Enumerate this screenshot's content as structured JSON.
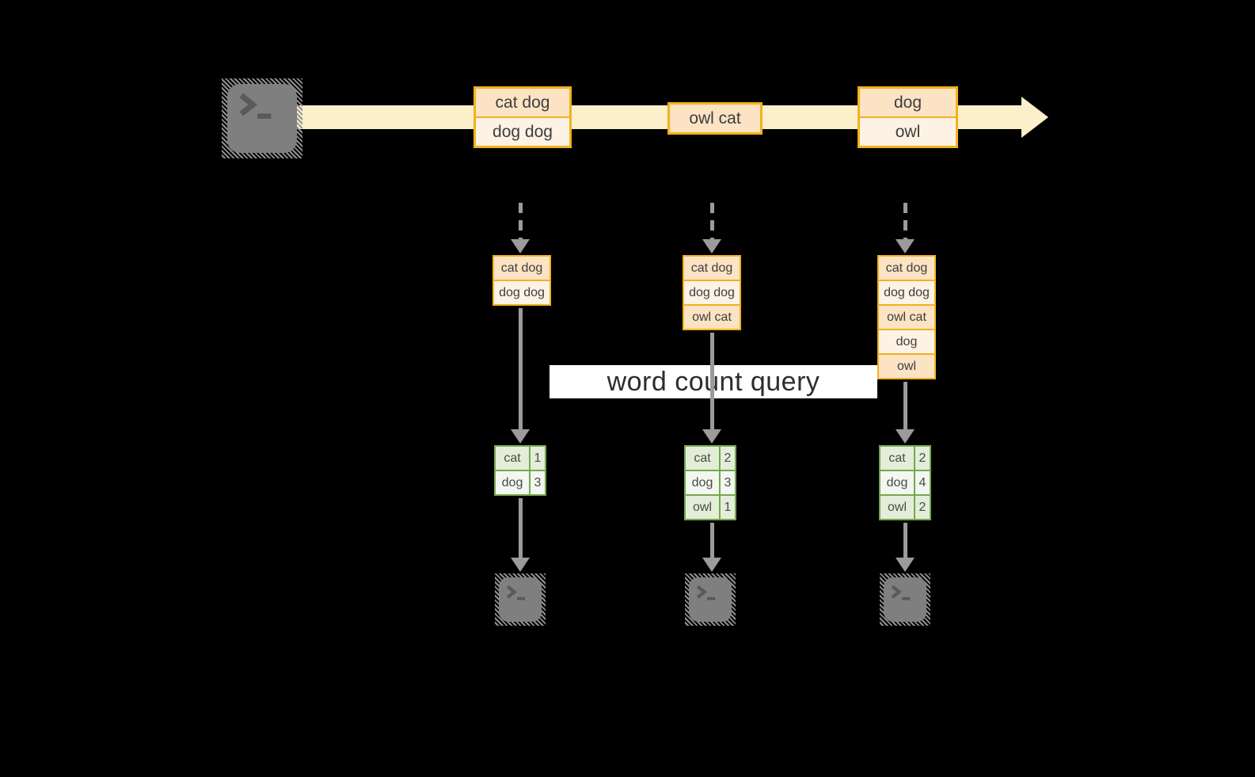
{
  "banner": {
    "label": "word count query"
  },
  "stream": {
    "batches": [
      {
        "rows": [
          "cat dog",
          "dog dog"
        ]
      },
      {
        "rows": [
          "owl cat"
        ]
      },
      {
        "rows": [
          "dog",
          "owl"
        ]
      }
    ]
  },
  "states": [
    {
      "rows": [
        "cat dog",
        "dog dog"
      ]
    },
    {
      "rows": [
        "cat dog",
        "dog dog",
        "owl cat"
      ]
    },
    {
      "rows": [
        "cat dog",
        "dog dog",
        "owl cat",
        "dog",
        "owl"
      ]
    }
  ],
  "results": [
    {
      "rows": [
        [
          "cat",
          "1"
        ],
        [
          "dog",
          "3"
        ]
      ]
    },
    {
      "rows": [
        [
          "cat",
          "2"
        ],
        [
          "dog",
          "3"
        ],
        [
          "owl",
          "1"
        ]
      ]
    },
    {
      "rows": [
        [
          "cat",
          "2"
        ],
        [
          "dog",
          "4"
        ],
        [
          "owl",
          "2"
        ]
      ]
    }
  ],
  "colors": {
    "background": "#000000",
    "band": "#FCF0CA",
    "gold": "#F1B21C",
    "row_dark": "#FBE3C4",
    "row_light": "#FDF2E4",
    "table_border": "#74A850",
    "cell_dark": "#E3EED9",
    "cell_light": "#F3F7EF",
    "arrow": "#9B9B9B",
    "terminal": "#7F7F7F",
    "hatch": "#909090",
    "glyph": "#5A5A5A",
    "text": "#3E3E3E",
    "banner_bg": "#FFFFFF",
    "banner_text": "#2D2D2D"
  }
}
